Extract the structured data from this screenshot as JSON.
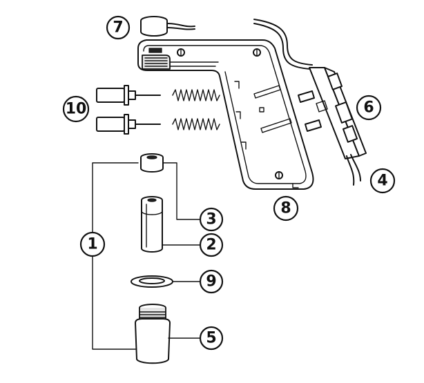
{
  "callouts": [
    {
      "id": "1",
      "label": "1"
    },
    {
      "id": "2",
      "label": "2"
    },
    {
      "id": "3",
      "label": "3"
    },
    {
      "id": "4",
      "label": "4"
    },
    {
      "id": "5",
      "label": "5"
    },
    {
      "id": "6",
      "label": "6"
    },
    {
      "id": "7",
      "label": "7"
    },
    {
      "id": "8",
      "label": "8"
    },
    {
      "id": "9",
      "label": "9"
    },
    {
      "id": "10",
      "label": "10"
    }
  ],
  "colors": {
    "ink": "#111111",
    "background": "#ffffff",
    "shade": "#e6e6e6"
  }
}
